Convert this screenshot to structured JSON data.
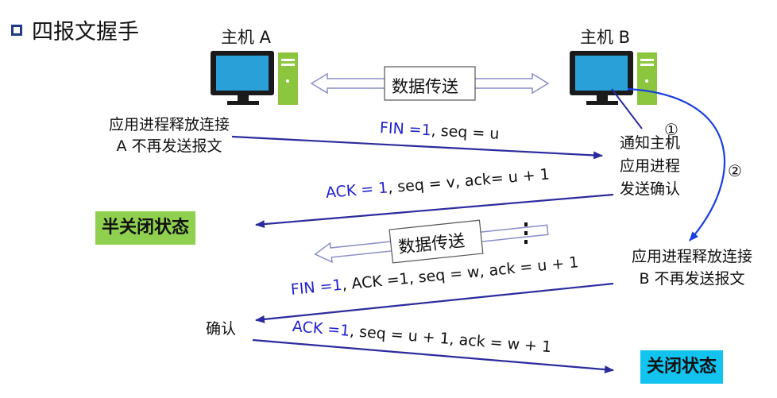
{
  "title": "四报文握手",
  "host_a": {
    "label": "主机 A"
  },
  "host_b": {
    "label": "主机 B"
  },
  "data_transfer_top": "数据传送",
  "data_transfer_mid": "数据传送",
  "a_release": {
    "line1": "应用进程释放连接",
    "line2": "A 不再发送报文"
  },
  "msg1": {
    "flag": "FIN =1",
    "rest": ", seq = u"
  },
  "notify": {
    "line1": "通知主机",
    "line2": "应用进程",
    "line3": "发送确认"
  },
  "circle1": "①",
  "circle2": "②",
  "msg2": {
    "flag": "ACK = 1",
    "rest": ", seq = v, ack= u + 1"
  },
  "half_closed": "半关闭状态",
  "b_release": {
    "line1": "应用进程释放连接",
    "line2": "B 不再发送报文"
  },
  "msg3": {
    "flag": "FIN =1",
    "rest": ", ACK =1, seq = w, ack = u + 1"
  },
  "confirm": "确认",
  "msg4": {
    "flag": "ACK =1",
    "rest": ", seq = u + 1, ack = w + 1"
  },
  "closed": "关闭状态",
  "colors": {
    "arrow": "#2b2b9e",
    "flag": "#2222cc",
    "half_closed_bg": "#8fd14f",
    "closed_bg": "#12c3f0"
  }
}
